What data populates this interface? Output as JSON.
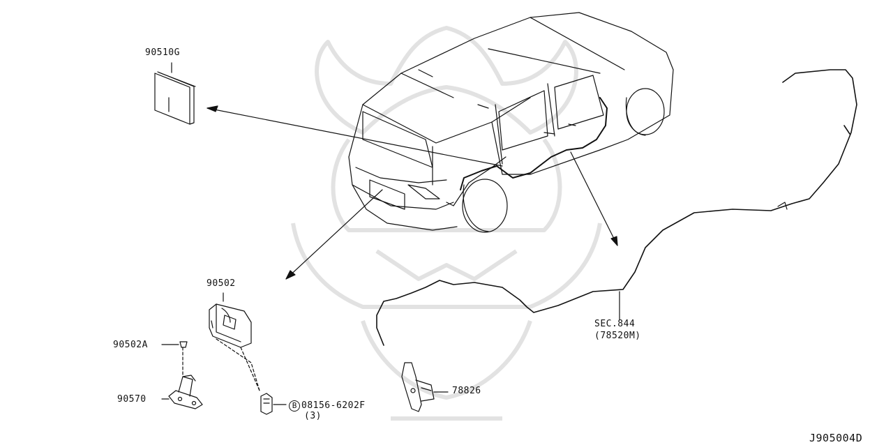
{
  "colors": {
    "ink": "#111111",
    "watermark": "#e4e4e4",
    "background": "#ffffff"
  },
  "watermark": {
    "icon": "samurai-helmet-watermark"
  },
  "parts": {
    "tag_90510g": "90510G",
    "tag_90502": "90502",
    "tag_90502a": "90502A",
    "tag_90570": "90570",
    "tag_78826": "78826",
    "bolt_symbol": "B",
    "tag_bolt": "08156-6202F",
    "tag_bolt_qty": "(3)",
    "tag_sec": "SEC.844",
    "tag_sec_ref": "(78520M)"
  },
  "diagram_id": "J905004D"
}
